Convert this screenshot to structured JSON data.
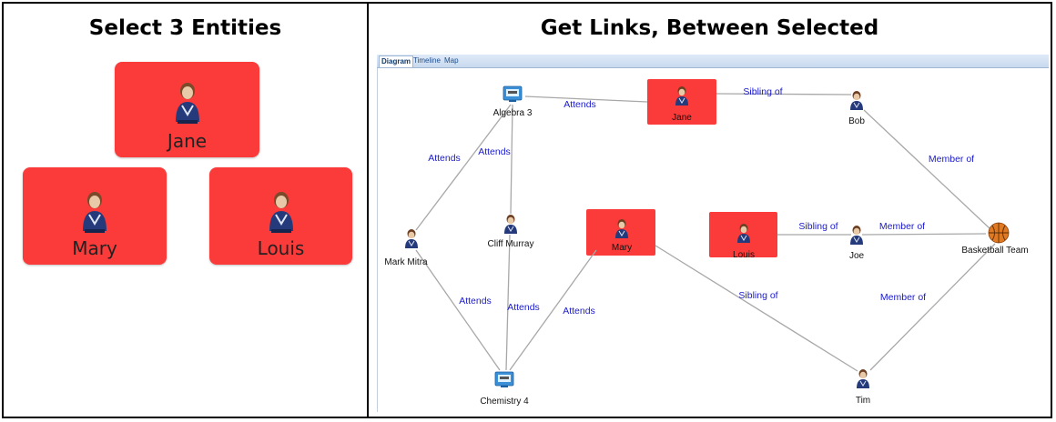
{
  "left_panel": {
    "title": "Select 3 Entities",
    "cards": [
      {
        "label": "Jane"
      },
      {
        "label": "Mary"
      },
      {
        "label": "Louis"
      }
    ]
  },
  "right_panel": {
    "title": "Get Links, Between Selected",
    "tabs": [
      {
        "label": "Diagram",
        "active": true
      },
      {
        "label": "Timeline",
        "active": false
      },
      {
        "label": "Map",
        "active": false
      }
    ],
    "nodes": [
      {
        "id": "algebra",
        "label": "Algebra 3",
        "icon": "classroom-icon",
        "selected": false
      },
      {
        "id": "jane",
        "label": "Jane",
        "icon": "person-icon",
        "selected": true
      },
      {
        "id": "bob",
        "label": "Bob",
        "icon": "person-icon",
        "selected": false
      },
      {
        "id": "mark",
        "label": "Mark Mitra",
        "icon": "person-icon",
        "selected": false
      },
      {
        "id": "cliff",
        "label": "Cliff Murray",
        "icon": "person-icon",
        "selected": false
      },
      {
        "id": "mary",
        "label": "Mary",
        "icon": "person-icon",
        "selected": true
      },
      {
        "id": "louis",
        "label": "Louis",
        "icon": "person-icon",
        "selected": true
      },
      {
        "id": "joe",
        "label": "Joe",
        "icon": "person-icon",
        "selected": false
      },
      {
        "id": "team",
        "label": "Basketball Team",
        "icon": "basketball-icon",
        "selected": false
      },
      {
        "id": "chem",
        "label": "Chemistry 4",
        "icon": "classroom-icon",
        "selected": false
      },
      {
        "id": "tim",
        "label": "Tim",
        "icon": "person-icon",
        "selected": false
      }
    ],
    "links": [
      {
        "from": "algebra",
        "to": "jane",
        "label": "Attends"
      },
      {
        "from": "jane",
        "to": "bob",
        "label": "Sibling of"
      },
      {
        "from": "bob",
        "to": "team",
        "label": "Member of"
      },
      {
        "from": "mark",
        "to": "algebra",
        "label": "Attends"
      },
      {
        "from": "cliff",
        "to": "algebra",
        "label": "Attends"
      },
      {
        "from": "mark",
        "to": "chem",
        "label": "Attends"
      },
      {
        "from": "cliff",
        "to": "chem",
        "label": "Attends"
      },
      {
        "from": "mary",
        "to": "chem",
        "label": "Attends"
      },
      {
        "from": "louis",
        "to": "joe",
        "label": "Sibling of"
      },
      {
        "from": "joe",
        "to": "team",
        "label": "Member of"
      },
      {
        "from": "mary",
        "to": "tim",
        "label": "Sibling of"
      },
      {
        "from": "tim",
        "to": "team",
        "label": "Member of"
      }
    ]
  },
  "colors": {
    "selected_fill": "#fb3a3a",
    "link_line": "#a8a8a8",
    "link_label": "#1a1acc",
    "classroom_icon": "#3a8fd6"
  }
}
